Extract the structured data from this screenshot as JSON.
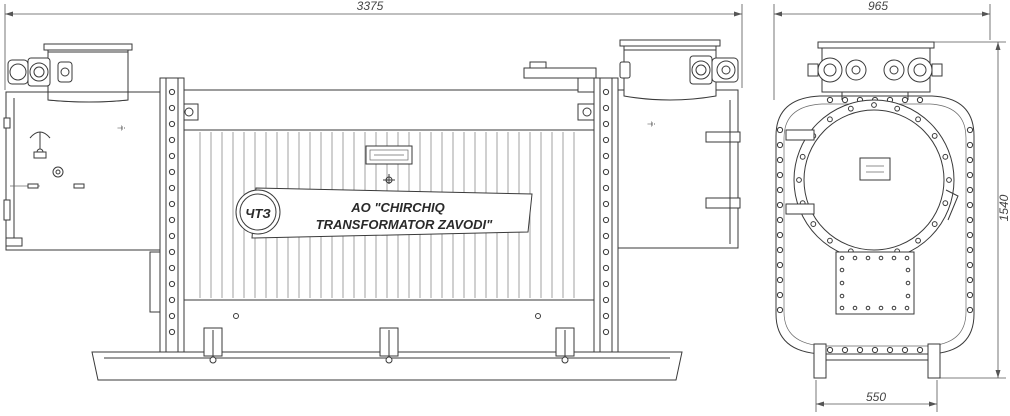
{
  "dimensions": {
    "overall_length": "3375",
    "side_width": "965",
    "height": "1540",
    "base_width": "550"
  },
  "nameplate": {
    "line1": "AO \"CHIRCHIQ",
    "line2": "TRANSFORMATOR ZAVODI\""
  },
  "logo": {
    "letters": "ЧТЗ"
  }
}
